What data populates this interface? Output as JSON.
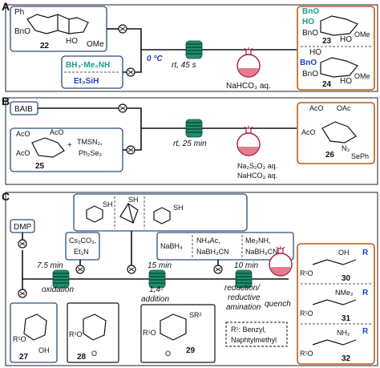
{
  "panels": {
    "A": {
      "letter": "A",
      "sm_label": "22",
      "reagent_1": "BH₃·Me₂NH",
      "reagent_2": "Et₃SiH",
      "temp": "0 °C",
      "conditions": "rt, 45 s",
      "quench": "NaHCO₃ aq.",
      "prod_1": "23",
      "prod_2": "24",
      "atoms": {
        "ph": "Ph",
        "bno": "BnO",
        "ho": "HO",
        "ome": "OMe",
        "bno2": "BnO",
        "ho2": "HO",
        "ho3": "HO",
        "bno3": "BnO",
        "bno4": "BnO",
        "ho4": "HO",
        "ome2": "OMe",
        "ome3": "OMe",
        "bno5": "BnO",
        "bno6": "BnO",
        "ho5": "HO"
      }
    },
    "B": {
      "letter": "B",
      "reagent": "BAIB",
      "sm_label": "25",
      "co_reagent_1": "TMSN₃,",
      "co_reagent_2": "Ph₂Se₂",
      "plus": "+",
      "conditions": "rt, 25 min",
      "quench_1": "Na₂S₂O₃ aq.",
      "quench_2": "NaHCO₃ aq.",
      "prod": "26",
      "atoms": {
        "aco1": "AcO",
        "aco2": "AcO",
        "aco3": "AcO",
        "aco4": "AcO",
        "aco5": "AcO",
        "oac": "OAc",
        "n3": "N₃",
        "seph": "SePh"
      }
    },
    "C": {
      "letter": "C",
      "ox_reagent": "DMP",
      "base_1": "Cs₂CO₃,",
      "base_2": "Et₃N",
      "step1_time": "7.5 min",
      "step1_label": "oxidation",
      "step2_time": "15 min",
      "step2_label_1": "1,4-",
      "step2_label_2": "addition",
      "step3_time": "10 min",
      "step3_label_1": "reduction/",
      "step3_label_2": "reductive",
      "step3_label_3": "amination",
      "quench": "quench",
      "red_1": "NaBH₄",
      "red_2a": "NH₄Ac,",
      "red_2b": "NaBH₃CN",
      "red_3a": "Me₂NH,",
      "red_3b": "NaBH₃CN",
      "sh": "SH",
      "legend_1": "R¹: Benzyl,",
      "legend_2": "Naphtylmethyl",
      "mols": [
        "27",
        "28",
        "29",
        "30",
        "31",
        "32"
      ],
      "atoms": {
        "r1o": "R¹O",
        "oh": "OH",
        "sr2": "SR²",
        "o": "O",
        "nme2": "NMe₂",
        "nh2": "NH₂",
        "r": "R"
      }
    }
  },
  "colors": {
    "teal": "#1a9e8f",
    "blue": "#1f3fbf",
    "coil": "#1f8e6e",
    "flask": "#a61c3c",
    "product_border": "#b85c1c",
    "box_border": "#2a4f7a"
  }
}
